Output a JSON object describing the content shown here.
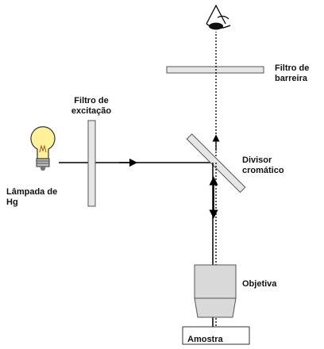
{
  "labels": {
    "barrier_filter": [
      "Filtro de",
      "barreira"
    ],
    "excitation_filter": [
      "Filtro de",
      "excitação"
    ],
    "dichroic": [
      "Divisor",
      "cromático"
    ],
    "lamp": [
      "Lâmpada de",
      "Hg"
    ],
    "objective": "Objetiva",
    "sample": "Amostra"
  },
  "colors": {
    "line": "#000000",
    "filter_fill": "#e6e6e6",
    "objective_fill": "#d9d9d9",
    "bulb_fill": "#fff29a"
  },
  "icons": [
    "eye-icon",
    "lamp-icon"
  ]
}
